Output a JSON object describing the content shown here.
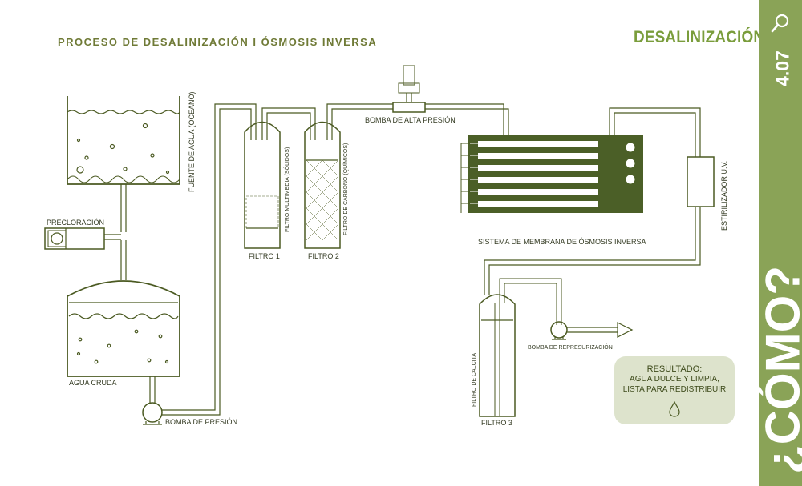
{
  "header": {
    "title": "PROCESO DE DESALINIZACIÓN I ÓSMOSIS INVERSA",
    "brand": "DESALINIZACIÓN"
  },
  "sidebar": {
    "page_number": "4.07",
    "section": "¿CÓMO?",
    "icon": "search-icon",
    "color": "#8aa357"
  },
  "labels": {
    "water_source": "FUENTE DE AGUA (OCEANO)",
    "prechlorination": "PRECLORACIÓN",
    "raw_water": "AGUA CRUDA",
    "pressure_pump": "BOMBA DE PRESIÓN",
    "filter1_vertical": "FILTRO MULTIMEDIA (SÓLIDOS)",
    "filter2_vertical": "FILTRO DE CARBONO (QUÍMICOS)",
    "filter1": "FILTRO 1",
    "filter2": "FILTRO 2",
    "high_pressure_pump": "BOMBA DE ALTA PRESIÓN",
    "ro_system": "SISTEMA DE MEMBRANA DE ÓSMOSIS INVERSA",
    "uv_sterilizer": "ESTIRILIZADOR U.V.",
    "calcite_filter_vertical": "FILTRO DE CALCITA",
    "filter3": "FILTRO 3",
    "repressurization_pump": "BOMBA DE REPRESURIZACIÓN"
  },
  "result": {
    "title": "RESULTADO:",
    "line1": "AGUA DULCE Y LIMPIA,",
    "line2": "LISTA PARA REDISTRIBUIR",
    "icon": "water-drop-icon"
  },
  "colors": {
    "accent": "#7a9d3c",
    "dark_green": "#4b5f27",
    "line": "#4b5a22",
    "result_bg": "#dde3cc"
  }
}
